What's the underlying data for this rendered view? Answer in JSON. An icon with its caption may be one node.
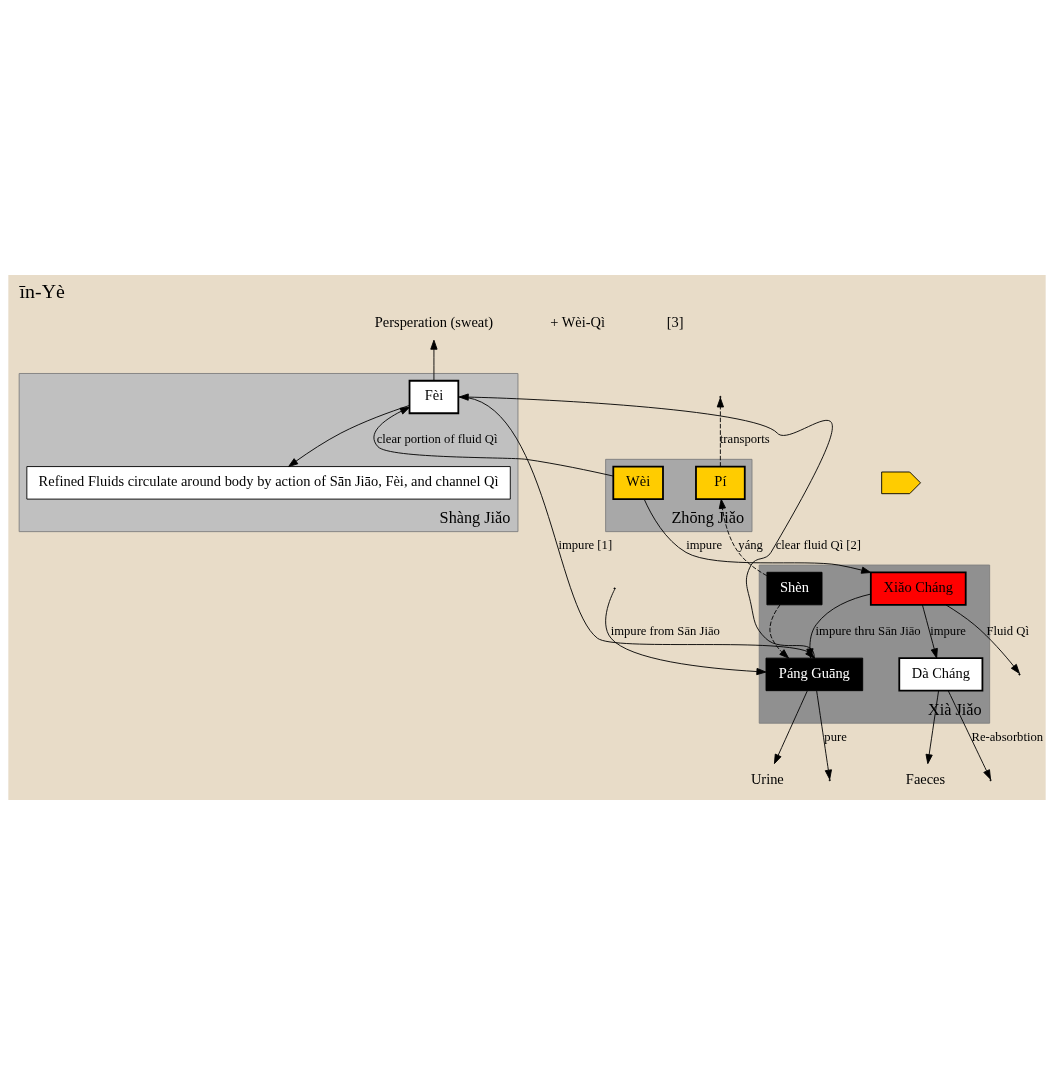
{
  "diagram": {
    "title": "īn-Yè",
    "nodes": [
      {
        "text": [
          "Persperation (sweat)"
        ]
      },
      {
        "text": [
          "Shàng Jiǎo"
        ]
      },
      {
        "text": [
          "Refined Fluids circulate around body by action of Sān Jiāo, Fèi, and channel Qì"
        ],
        "in": 1
      },
      {
        "text": [
          "Fèi"
        ],
        "in": 1
      },
      {
        "text": [
          "Zhōng Jiǎo"
        ]
      },
      {
        "text": [],
        "shape": "arrow"
      },
      {
        "text": [
          "Wèi"
        ],
        "in": 4
      },
      {
        "text": [
          "Pí"
        ],
        "in": 4
      },
      {
        "text": [
          "Xià Jiǎo"
        ]
      },
      {
        "text": [
          "Xiǎo Cháng"
        ],
        "in": 8
      },
      {
        "text": [
          "Shèn"
        ],
        "in": 8
      },
      {
        "text": [
          "Dà Cháng"
        ],
        "in": 8
      },
      {
        "text": [
          "Páng Guāng"
        ],
        "in": 8
      },
      {
        "text": [
          "Faeces"
        ]
      },
      {
        "text": [
          "Urine"
        ]
      }
    ],
    "edges": [
      {
        "from": 3,
        "to": 0,
        "arrow": "to"
      },
      {
        "from": 3,
        "to": 2,
        "arrow": "to"
      },
      {
        "from": 6,
        "to": 3,
        "arrow": "to",
        "label": "clear portion of fluid Qì"
      },
      {
        "from": 7,
        "to": null,
        "arrow": "to",
        "label": "transports",
        "style": "dashed"
      },
      {
        "from": 3,
        "to": 12,
        "arrow": "to",
        "label": "impure [1]"
      },
      {
        "from": 12,
        "to": 3,
        "arrow": "to",
        "label": "clear fluid Qì [2]"
      },
      {
        "from": 6,
        "to": 9,
        "arrow": "to",
        "label": "impure"
      },
      {
        "from": 9,
        "to": null,
        "arrow": "to",
        "label": "Fluid Qì"
      },
      {
        "from": 9,
        "to": 12,
        "arrow": "to",
        "label": "impure thru Sān Jiāo"
      },
      {
        "from": 9,
        "to": 11,
        "arrow": "to",
        "label": "impure"
      },
      {
        "from": 11,
        "to": null,
        "arrow": "to",
        "label": "Re-absorbtion"
      },
      {
        "from": 11,
        "to": 13,
        "arrow": "to"
      },
      {
        "from": null,
        "to": 12,
        "arrow": "to",
        "label": "impure from Sān Jiāo"
      },
      {
        "from": 10,
        "to": 7,
        "arrow": "to",
        "label": "yáng",
        "style": "dashed"
      },
      {
        "from": 10,
        "to": 12,
        "arrow": "to",
        "style": "dashed"
      },
      {
        "from": 12,
        "to": null,
        "arrow": "to",
        "label": "pure"
      },
      {
        "from": 12,
        "to": 14,
        "arrow": "to"
      }
    ],
    "labels": [
      "+ Wèi-Qì",
      "[3]"
    ]
  }
}
